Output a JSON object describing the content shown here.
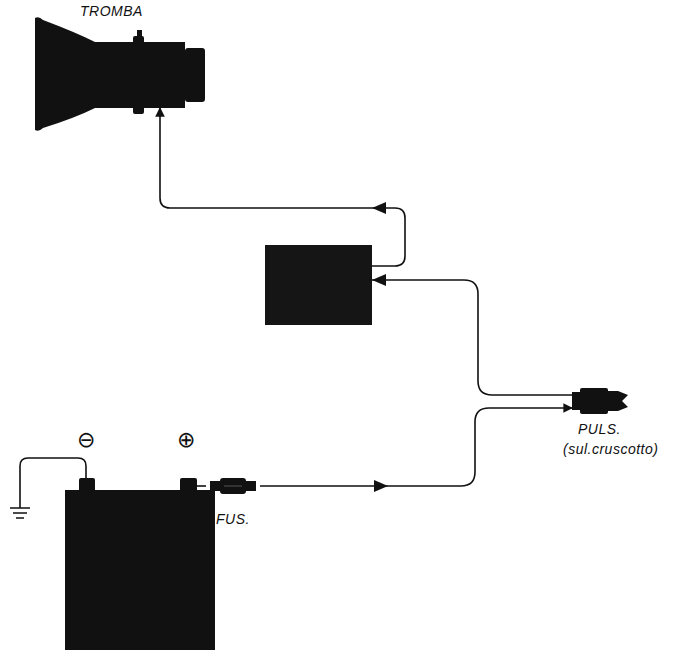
{
  "diagram": {
    "nodes": [
      {
        "text": [
          "TROMBA"
        ]
      },
      {
        "text": [
          "PULS.",
          "(sul.cruscotto)"
        ]
      },
      {
        "text": [
          "⊖",
          "⊕"
        ]
      },
      {
        "text": [
          "FUS."
        ]
      }
    ],
    "edges": [
      {
        "from": 2,
        "to": 3,
        "arrow": "none"
      },
      {
        "from": 3,
        "to": 1,
        "arrow": "to"
      },
      {
        "from": 1,
        "to": 0,
        "arrow": "to"
      }
    ]
  }
}
